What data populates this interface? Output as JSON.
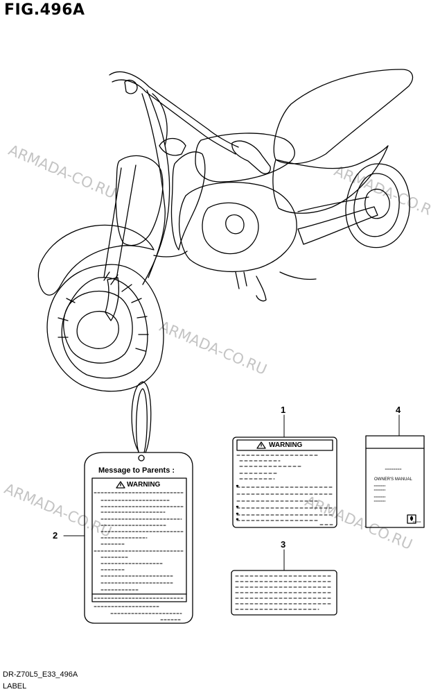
{
  "figure": {
    "title": "FIG.496A",
    "footer_code": "DR-Z70L5_E33_496A",
    "footer_name": "LABEL"
  },
  "watermark": "ARMADA-CO.RU",
  "tag": {
    "heading": "Message to Parents :",
    "warning": "WARNING"
  },
  "label_1": {
    "warning": "WARNING"
  },
  "label_4": {
    "manual_text": "OWNER'S MANUAL"
  },
  "callouts": [
    "1",
    "2",
    "3",
    "4"
  ]
}
